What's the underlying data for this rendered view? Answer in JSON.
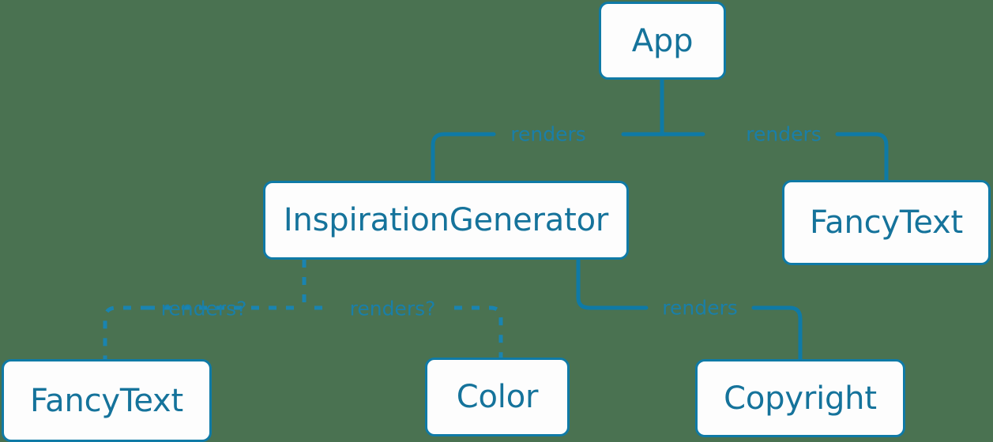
{
  "diagram": {
    "type": "component-tree",
    "background_color": "#4a7251",
    "accent_color": "#0f7aa6",
    "node_fill_color": "#fdfdfd",
    "text_color": "#15739b",
    "nodes": [
      {
        "id": "app",
        "label": "App"
      },
      {
        "id": "inspirationgen",
        "label": "InspirationGenerator"
      },
      {
        "id": "fancytext_right",
        "label": "FancyText"
      },
      {
        "id": "fancytext_bottom",
        "label": "FancyText"
      },
      {
        "id": "color",
        "label": "Color"
      },
      {
        "id": "copyright",
        "label": "Copyright"
      }
    ],
    "edges": [
      {
        "from": "app",
        "to": "inspirationgen",
        "label": "renders",
        "style": "solid"
      },
      {
        "from": "app",
        "to": "fancytext_right",
        "label": "renders",
        "style": "solid"
      },
      {
        "from": "inspirationgen",
        "to": "fancytext_bottom",
        "label": "renders?",
        "style": "dashed"
      },
      {
        "from": "inspirationgen",
        "to": "color",
        "label": "renders?",
        "style": "dashed"
      },
      {
        "from": "inspirationgen",
        "to": "copyright",
        "label": "renders",
        "style": "solid"
      }
    ],
    "edge_labels": {
      "app_to_inspiration": "renders",
      "app_to_fancytext": "renders",
      "inspiration_to_fancytext": "renders?",
      "inspiration_to_color": "renders?",
      "inspiration_to_copyright": "renders"
    }
  }
}
